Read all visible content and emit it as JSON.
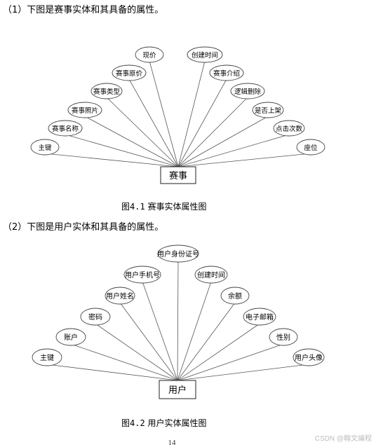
{
  "section1": {
    "heading": "（1）下图是赛事实体和其具备的属性。",
    "entity": "赛事",
    "attributes": [
      "主键",
      "赛事名称",
      "赛事照片",
      "赛事类型",
      "赛事原价",
      "现价",
      "创建时间",
      "赛事介绍",
      "逻辑删除",
      "是否上架",
      "点击次数",
      "座位"
    ],
    "caption_prefix": "图",
    "caption_number": "4.1",
    "caption_text": "赛事实体属性图"
  },
  "section2": {
    "heading": "（2）下图是用户实体和其具备的属性。",
    "entity": "用户",
    "attributes": [
      "主键",
      "账户",
      "密码",
      "用户姓名",
      "用户手机号",
      "用户身份证号",
      "创建时间",
      "余额",
      "电子邮箱",
      "性别",
      "用户头像"
    ],
    "caption_prefix": "图",
    "caption_number": "4.2",
    "caption_text": "用户实体属性图"
  },
  "page_number": "14",
  "watermark": "CSDN @翰文编程"
}
